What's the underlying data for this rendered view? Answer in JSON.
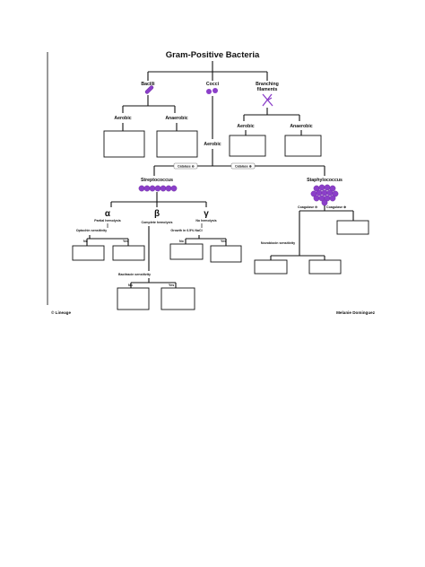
{
  "diagram": {
    "title": "Gram-Positive Bacteria",
    "bacilli": "Bacilli",
    "cocci": "Cocci",
    "branching_1": "Branching",
    "branching_2": "filaments",
    "aerobic": "Aerobic",
    "anaerobic": "Anaerobic",
    "catalase_neg": "Catalase",
    "catalase_pos": "Catalase",
    "streptococcus": "Streptococcus",
    "staphylococcus": "Staphylococcus",
    "alpha": "α",
    "beta": "β",
    "gamma": "γ",
    "partial_hemolysis": "Partial hemolysis",
    "complete_hemolysis": "Complete hemolysis",
    "no_hemolysis": "No hemolysis",
    "optochin": "Optochin sensitivity",
    "growth_nacl": "Growth in 6.5% NaCl",
    "bacitracin": "Bacitracin sensitivity",
    "novobiocin": "Novobiocin sensitivity",
    "coagulase_neg": "Coagulase",
    "coagulase_pos": "Coagulase",
    "no": "No",
    "yes": "Yes",
    "footer_left": "© Lineage",
    "footer_right": "Melanie Dominguez",
    "accent_color": "#8b3fc9"
  }
}
